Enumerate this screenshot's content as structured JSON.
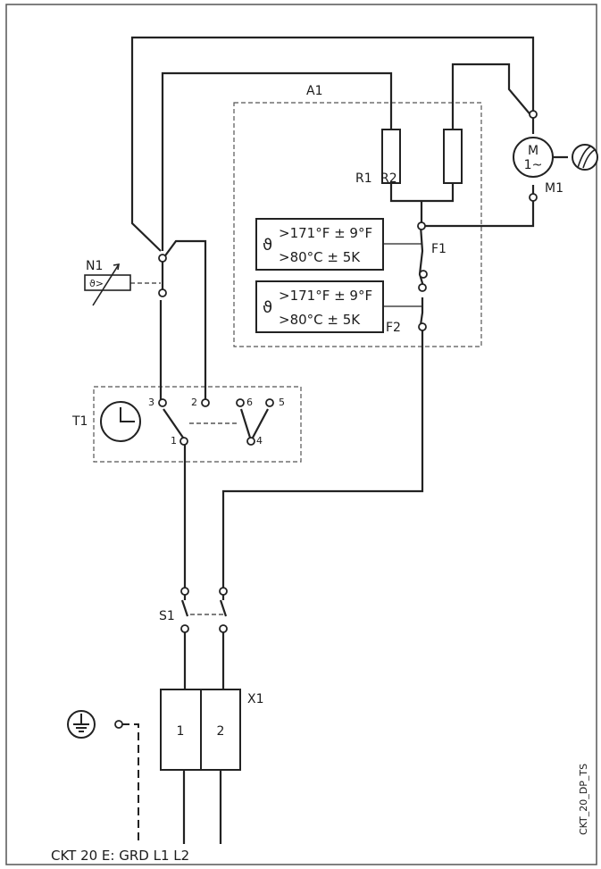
{
  "diagram": {
    "components": {
      "A1": "A1",
      "R1": "R1",
      "R2": "R2",
      "M1": "M1",
      "F1": "F1",
      "F2": "F2",
      "N1": "N1",
      "T1": "T1",
      "S1": "S1",
      "X1": "X1"
    },
    "motor": {
      "line1": "M",
      "line2": "1~"
    },
    "thermostat_symbol": "ϑ",
    "thermostat_N1_label": "ϑ>",
    "thermal_cutouts": [
      {
        "line1": ">171°F ± 9°F",
        "line2": ">80°C ± 5K"
      },
      {
        "line1": ">171°F ± 9°F",
        "line2": ">80°C ± 5K"
      }
    ],
    "timer_terminals": [
      "3",
      "2",
      "1",
      "6",
      "5",
      "4"
    ],
    "terminal_block": [
      "1",
      "2"
    ],
    "bottom_label": "CKT 20 E:  GRD L1 L2",
    "side_label": "CKT_20_DP_TS"
  }
}
